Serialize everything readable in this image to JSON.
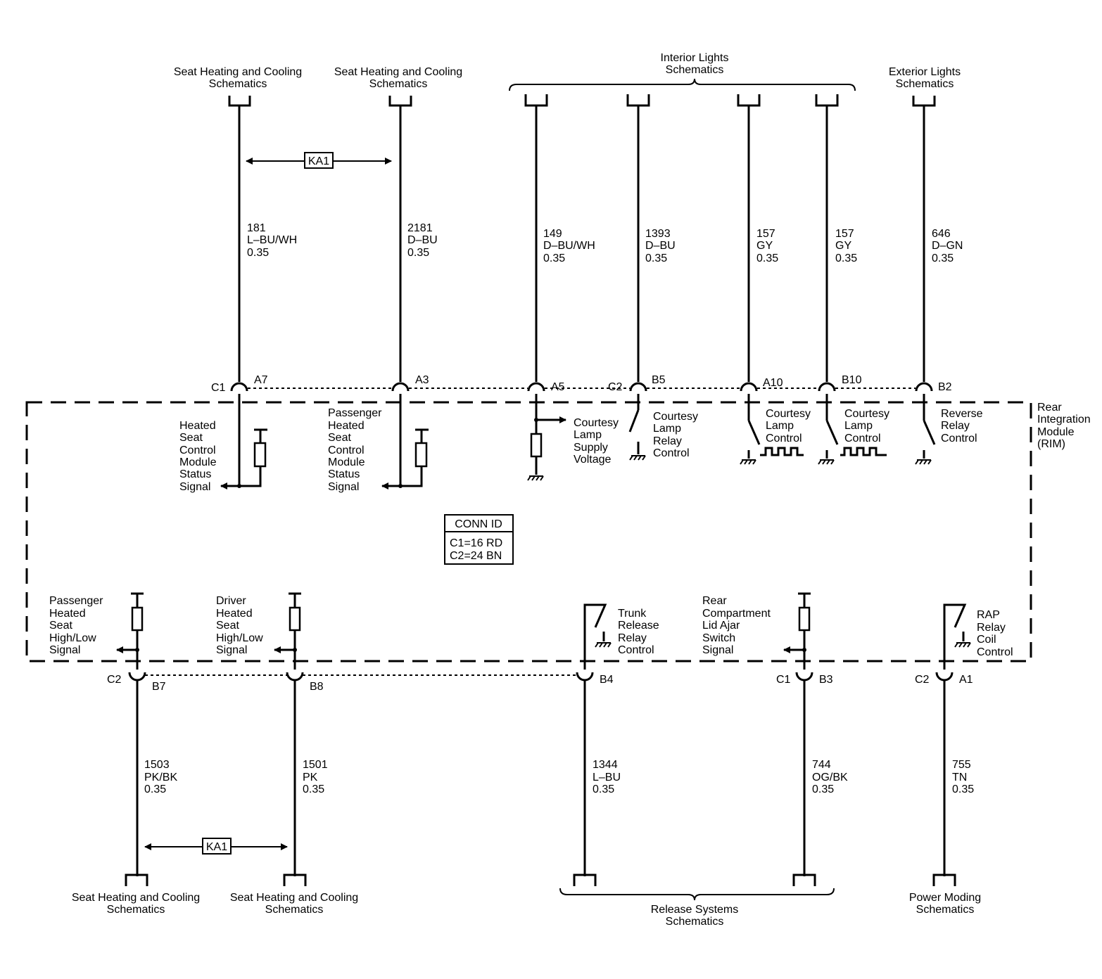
{
  "top_refs": {
    "seat1": [
      "Seat Heating and Cooling",
      "Schematics"
    ],
    "seat2": [
      "Seat Heating and Cooling",
      "Schematics"
    ],
    "interior": [
      "Interior Lights",
      "Schematics"
    ],
    "exterior": [
      "Exterior Lights",
      "Schematics"
    ]
  },
  "bottom_refs": {
    "seat1": [
      "Seat Heating and Cooling",
      "Schematics"
    ],
    "seat2": [
      "Seat Heating and Cooling",
      "Schematics"
    ],
    "release": [
      "Release Systems",
      "Schematics"
    ],
    "power": [
      "Power Moding",
      "Schematics"
    ]
  },
  "ka1_label": "KA1",
  "top_wires": [
    {
      "circuit": "181",
      "color": "L–BU/WH",
      "gauge": "0.35"
    },
    {
      "circuit": "2181",
      "color": "D–BU",
      "gauge": "0.35"
    },
    {
      "circuit": "149",
      "color": "D–BU/WH",
      "gauge": "0.35"
    },
    {
      "circuit": "1393",
      "color": "D–BU",
      "gauge": "0.35"
    },
    {
      "circuit": "157",
      "color": "GY",
      "gauge": "0.35"
    },
    {
      "circuit": "157",
      "color": "GY",
      "gauge": "0.35"
    },
    {
      "circuit": "646",
      "color": "D–GN",
      "gauge": "0.35"
    }
  ],
  "bottom_wires": [
    {
      "circuit": "1503",
      "color": "PK/BK",
      "gauge": "0.35"
    },
    {
      "circuit": "1501",
      "color": "PK",
      "gauge": "0.35"
    },
    {
      "circuit": "1344",
      "color": "L–BU",
      "gauge": "0.35"
    },
    {
      "circuit": "744",
      "color": "OG/BK",
      "gauge": "0.35"
    },
    {
      "circuit": "755",
      "color": "TN",
      "gauge": "0.35"
    }
  ],
  "top_pins": {
    "c1": "C1",
    "a7": "A7",
    "a3": "A3",
    "a5": "A5",
    "c2": "C2",
    "b5": "B5",
    "a10": "A10",
    "b10": "B10",
    "b2": "B2"
  },
  "bottom_pins": {
    "c2a": "C2",
    "b7": "B7",
    "b8": "B8",
    "b4": "B4",
    "c1": "C1",
    "b3": "B3",
    "c2b": "C2",
    "a1": "A1"
  },
  "module_label": [
    "Rear",
    "Integration",
    "Module",
    "(RIM)"
  ],
  "internal_labels": {
    "heated_status": [
      "Heated",
      "Seat",
      "Control",
      "Module",
      "Status",
      "Signal"
    ],
    "pass_status": [
      "Passenger",
      "Heated",
      "Seat",
      "Control",
      "Module",
      "Status",
      "Signal"
    ],
    "courtesy_supply": [
      "Courtesy",
      "Lamp",
      "Supply",
      "Voltage"
    ],
    "courtesy_relay": [
      "Courtesy",
      "Lamp",
      "Relay",
      "Control"
    ],
    "courtesy_ctrl1": [
      "Courtesy",
      "Lamp",
      "Control"
    ],
    "courtesy_ctrl2": [
      "Courtesy",
      "Lamp",
      "Control"
    ],
    "reverse": [
      "Reverse",
      "Relay",
      "Control"
    ],
    "pass_highlow": [
      "Passenger",
      "Heated",
      "Seat",
      "High/Low",
      "Signal"
    ],
    "driver_highlow": [
      "Driver",
      "Heated",
      "Seat",
      "High/Low",
      "Signal"
    ],
    "trunk": [
      "Trunk",
      "Release",
      "Relay",
      "Control"
    ],
    "lid_ajar": [
      "Rear",
      "Compartment",
      "Lid Ajar",
      "Switch",
      "Signal"
    ],
    "rap": [
      "RAP",
      "Relay",
      "Coil",
      "Control"
    ]
  },
  "conn_id": {
    "title": "CONN ID",
    "lines": [
      "C1=16 RD",
      "C2=24 BN"
    ]
  }
}
